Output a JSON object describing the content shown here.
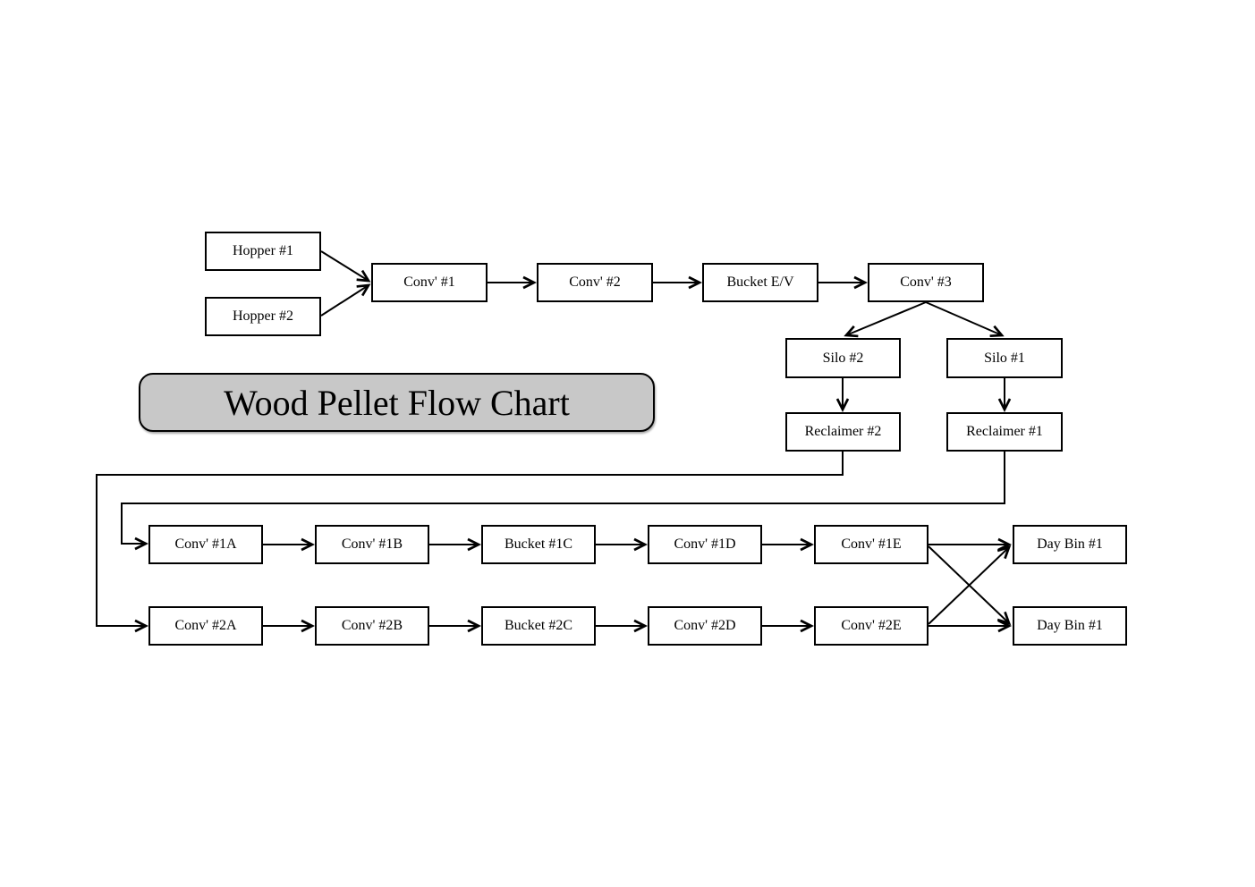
{
  "diagram": {
    "title": "Wood Pellet Flow Chart",
    "colors": {
      "background": "#ffffff",
      "node_fill": "#ffffff",
      "node_border": "#000000",
      "connector": "#000000",
      "title_fill": "#c8c8c8",
      "title_border": "#000000",
      "title_text": "#000000"
    },
    "nodes": {
      "hopper1": {
        "label": "Hopper #1"
      },
      "hopper2": {
        "label": "Hopper #2"
      },
      "conv1": {
        "label": "Conv' #1"
      },
      "conv2": {
        "label": "Conv' #2"
      },
      "bucket_ev": {
        "label": "Bucket E/V"
      },
      "conv3": {
        "label": "Conv' #3"
      },
      "silo2": {
        "label": "Silo #2"
      },
      "silo1": {
        "label": "Silo #1"
      },
      "reclaimer2": {
        "label": "Reclaimer #2"
      },
      "reclaimer1": {
        "label": "Reclaimer #1"
      },
      "conv1a": {
        "label": "Conv' #1A"
      },
      "conv1b": {
        "label": "Conv' #1B"
      },
      "bucket1c": {
        "label": "Bucket #1C"
      },
      "conv1d": {
        "label": "Conv' #1D"
      },
      "conv1e": {
        "label": "Conv' #1E"
      },
      "daybin_line1": {
        "label": "Day Bin #1"
      },
      "conv2a": {
        "label": "Conv' #2A"
      },
      "conv2b": {
        "label": "Conv' #2B"
      },
      "bucket2c": {
        "label": "Bucket #2C"
      },
      "conv2d": {
        "label": "Conv' #2D"
      },
      "conv2e": {
        "label": "Conv' #2E"
      },
      "daybin_line2": {
        "label": "Day Bin #1"
      }
    },
    "edges": [
      "hopper1 -> conv1",
      "hopper2 -> conv1",
      "conv1 -> conv2",
      "conv2 -> bucket_ev",
      "bucket_ev -> conv3",
      "conv3 -> silo2",
      "conv3 -> silo1",
      "silo2 -> reclaimer2",
      "silo1 -> reclaimer1",
      "reclaimer2 -> conv2a",
      "reclaimer1 -> conv1a",
      "conv1a -> conv1b",
      "conv1b -> bucket1c",
      "bucket1c -> conv1d",
      "conv1d -> conv1e",
      "conv1e -> daybin_line1",
      "conv1e -> daybin_line2",
      "conv2a -> conv2b",
      "conv2b -> bucket2c",
      "bucket2c -> conv2d",
      "conv2d -> conv2e",
      "conv2e -> daybin_line2",
      "conv2e -> daybin_line1"
    ]
  }
}
